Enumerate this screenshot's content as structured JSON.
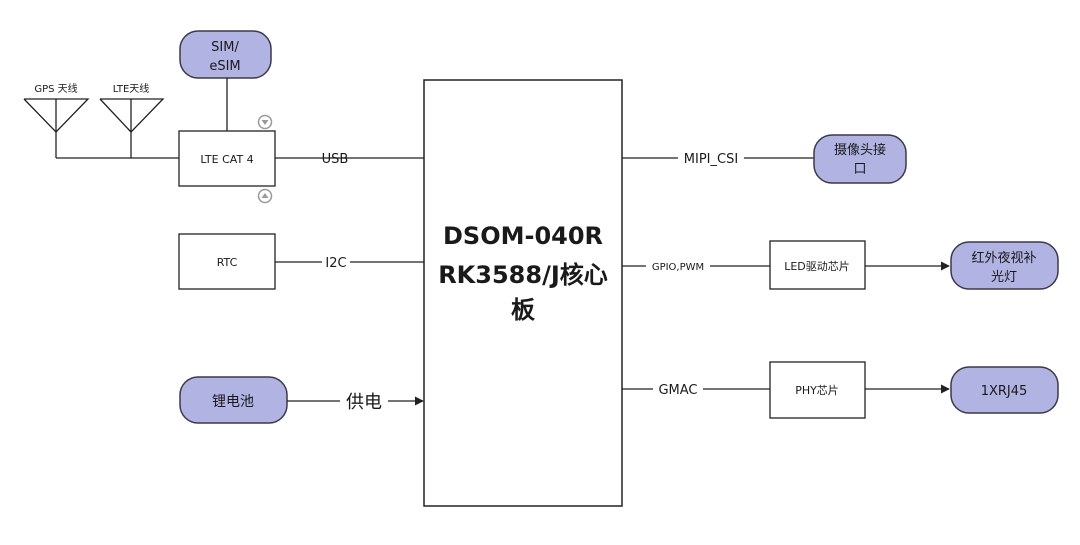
{
  "antennas": {
    "gps_label": "GPS 天线",
    "lte_label": "LTE天线"
  },
  "blocks": {
    "sim_line1": "SIM/",
    "sim_line2": "eSIM",
    "lte_module": "LTE CAT 4",
    "rtc": "RTC",
    "battery": "锂电池",
    "core_line1": "DSOM-040R",
    "core_line2": "RK3588/J核心",
    "core_line3": "板",
    "led_driver": "LED驱动芯片",
    "phy": "PHY芯片",
    "camera_line1": "摄像头接",
    "camera_line2": "口",
    "ir_line1": "红外夜视补",
    "ir_line2": "光灯",
    "rj45": "1XRJ45"
  },
  "interfaces": {
    "usb": "USB",
    "i2c": "I2C",
    "power": "供电",
    "mipi": "MIPI_CSI",
    "gpio": "GPIO,PWM",
    "gmac": "GMAC"
  },
  "colors": {
    "pill_fill": "#b1b3e3",
    "pill_stroke": "#3a3a4a",
    "line": "#222222",
    "scroll_icon": "#9a9a9a"
  }
}
